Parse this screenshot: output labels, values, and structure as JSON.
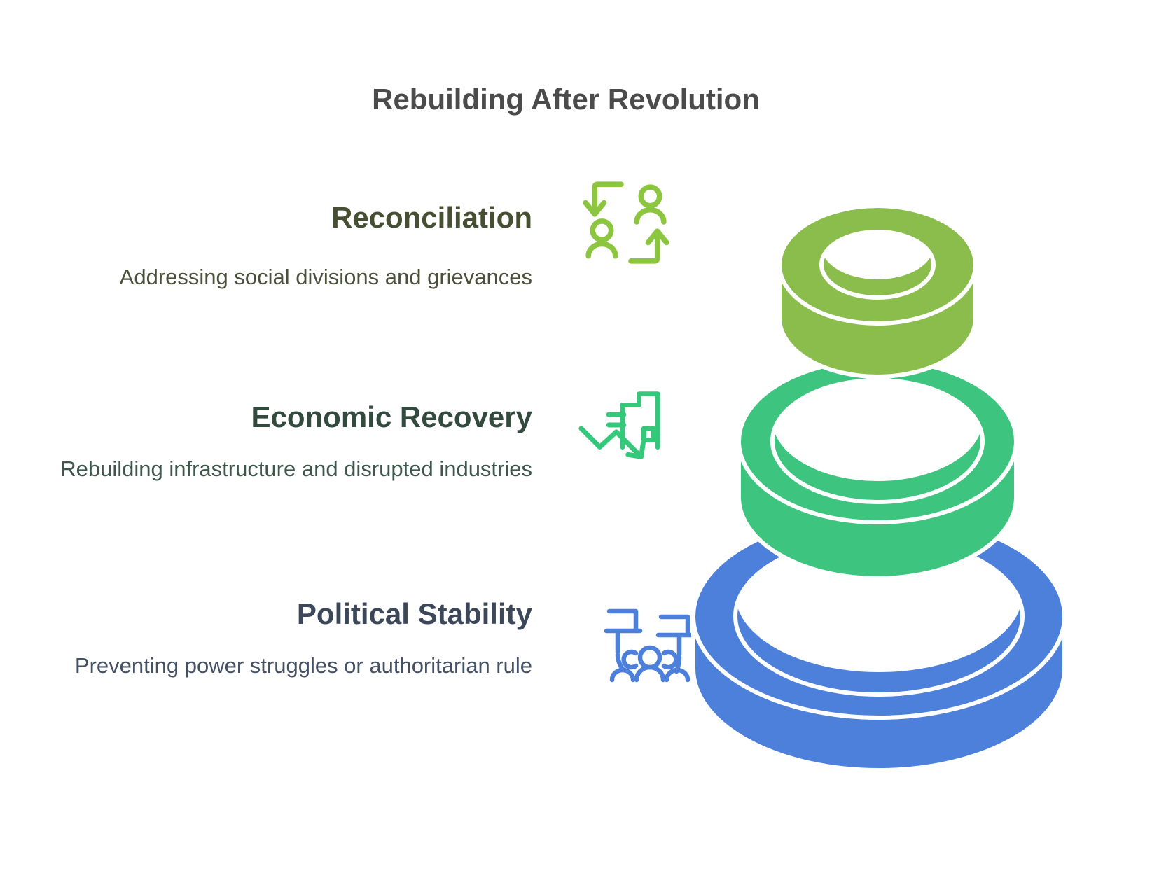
{
  "title": {
    "text": "Rebuilding After Revolution",
    "color": "#4B4B4B"
  },
  "background_color": "#FFFFFF",
  "sections": [
    {
      "heading": "Reconciliation",
      "description": "Addressing social divisions and grievances",
      "icon": "people-swap-icon",
      "icon_color": "#8CC63F",
      "heading_color": "#474F33",
      "description_color": "#4A513B",
      "ring_color": "#8BBD4D",
      "ring_position": "top"
    },
    {
      "heading": "Economic Recovery",
      "description": "Rebuilding infrastructure and disrupted industries",
      "icon": "factory-decline-icon",
      "icon_color": "#34C97A",
      "heading_color": "#334B3F",
      "description_color": "#3E564B",
      "ring_color": "#3DC47E",
      "ring_position": "middle"
    },
    {
      "heading": "Political Stability",
      "description": "Preventing power struggles or authoritarian rule",
      "icon": "protest-crowd-icon",
      "icon_color": "#4C80DB",
      "heading_color": "#3C4859",
      "description_color": "#445064",
      "ring_color": "#4C80DB",
      "ring_position": "bottom"
    }
  ]
}
